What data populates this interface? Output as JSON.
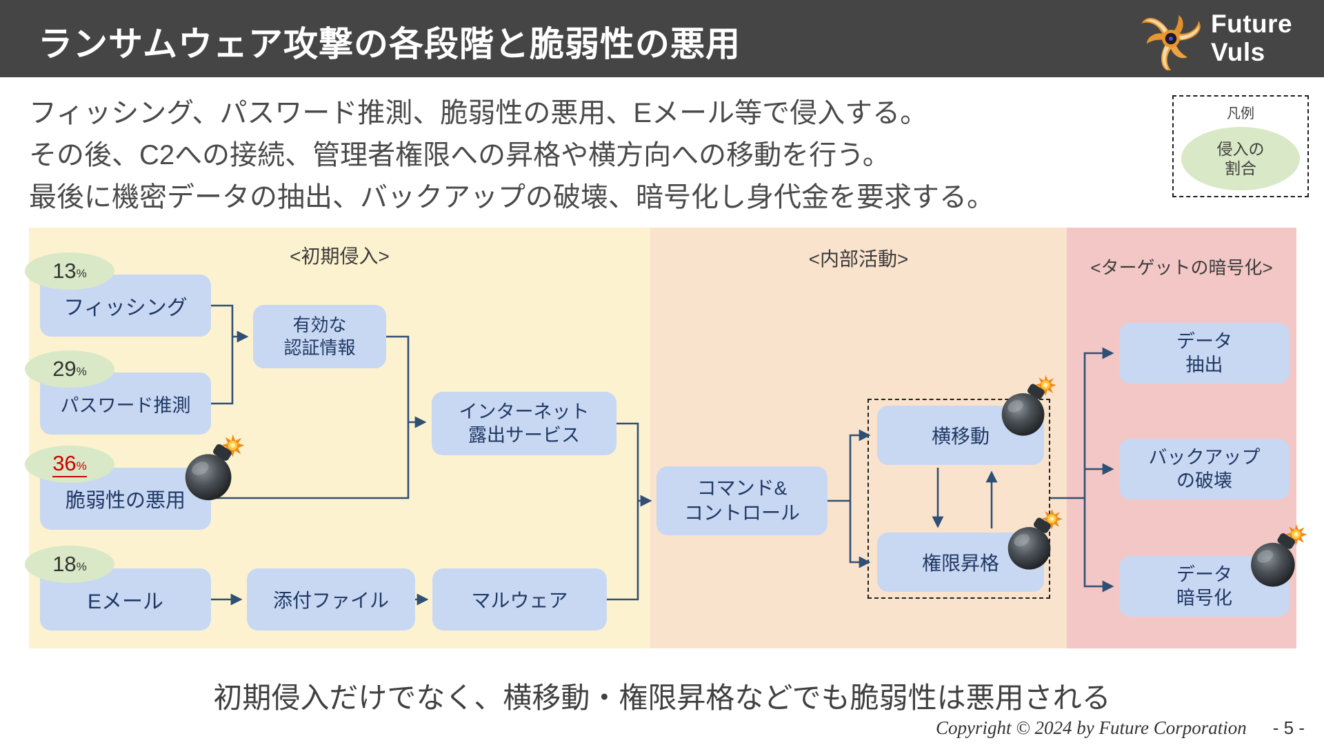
{
  "header": {
    "title": "ランサムウェア攻撃の各段階と脆弱性の悪用",
    "logo_line1": "Future",
    "logo_line2": "Vuls"
  },
  "intro": {
    "line1": "フィッシング、パスワード推測、脆弱性の悪用、Eメール等で侵入する。",
    "line2": "その後、C2への接続、管理者権限への昇格や横方向への移動を行う。",
    "line3": "最後に機密データの抽出、バックアップの破壊、暗号化し身代金を要求する。"
  },
  "legend": {
    "title": "凡例",
    "ellipse_line1": "侵入の",
    "ellipse_line2": "割合"
  },
  "sections": {
    "initial": {
      "label": "<初期侵入>",
      "color": "#fdf2cf"
    },
    "internal": {
      "label": "<内部活動>",
      "color": "#fae3cd"
    },
    "target": {
      "label": "<ターゲットの暗号化>",
      "color": "#f2c7c5"
    }
  },
  "percents": {
    "phishing": {
      "value": "13",
      "unit": "%"
    },
    "password": {
      "value": "29",
      "unit": "%"
    },
    "vuln": {
      "value": "36",
      "unit": "%",
      "highlighted": true
    },
    "email": {
      "value": "18",
      "unit": "%"
    }
  },
  "nodes": {
    "phishing": {
      "label": "フィッシング"
    },
    "password": {
      "label": "パスワード推測"
    },
    "vuln": {
      "label": "脆弱性の悪用"
    },
    "email": {
      "label": "Eメール"
    },
    "credentials": {
      "line1": "有効な",
      "line2": "認証情報"
    },
    "attachment": {
      "label": "添付ファイル"
    },
    "internet": {
      "line1": "インターネット",
      "line2": "露出サービス"
    },
    "malware": {
      "label": "マルウェア"
    },
    "c2": {
      "line1": "コマンド&",
      "line2": "コントロール"
    },
    "lateral": {
      "label": "横移動"
    },
    "privilege": {
      "label": "権限昇格"
    },
    "exfil": {
      "line1": "データ",
      "line2": "抽出"
    },
    "backup": {
      "line1": "バックアップ",
      "line2": "の破壊"
    },
    "encrypt": {
      "line1": "データ",
      "line2": "暗号化"
    }
  },
  "bottom_message": "初期侵入だけでなく、横移動・権限昇格などでも脆弱性は悪用される",
  "footer": {
    "copyright": "Copyright © 2024 by Future  Corporation",
    "page": "- 5 -"
  },
  "colors": {
    "header_bg": "#454545",
    "line_navy": "#2f4f74",
    "node_fill": "#c8d8f2",
    "ellipse_green": "#d9e8c6",
    "highlight_red": "#cc0000"
  }
}
